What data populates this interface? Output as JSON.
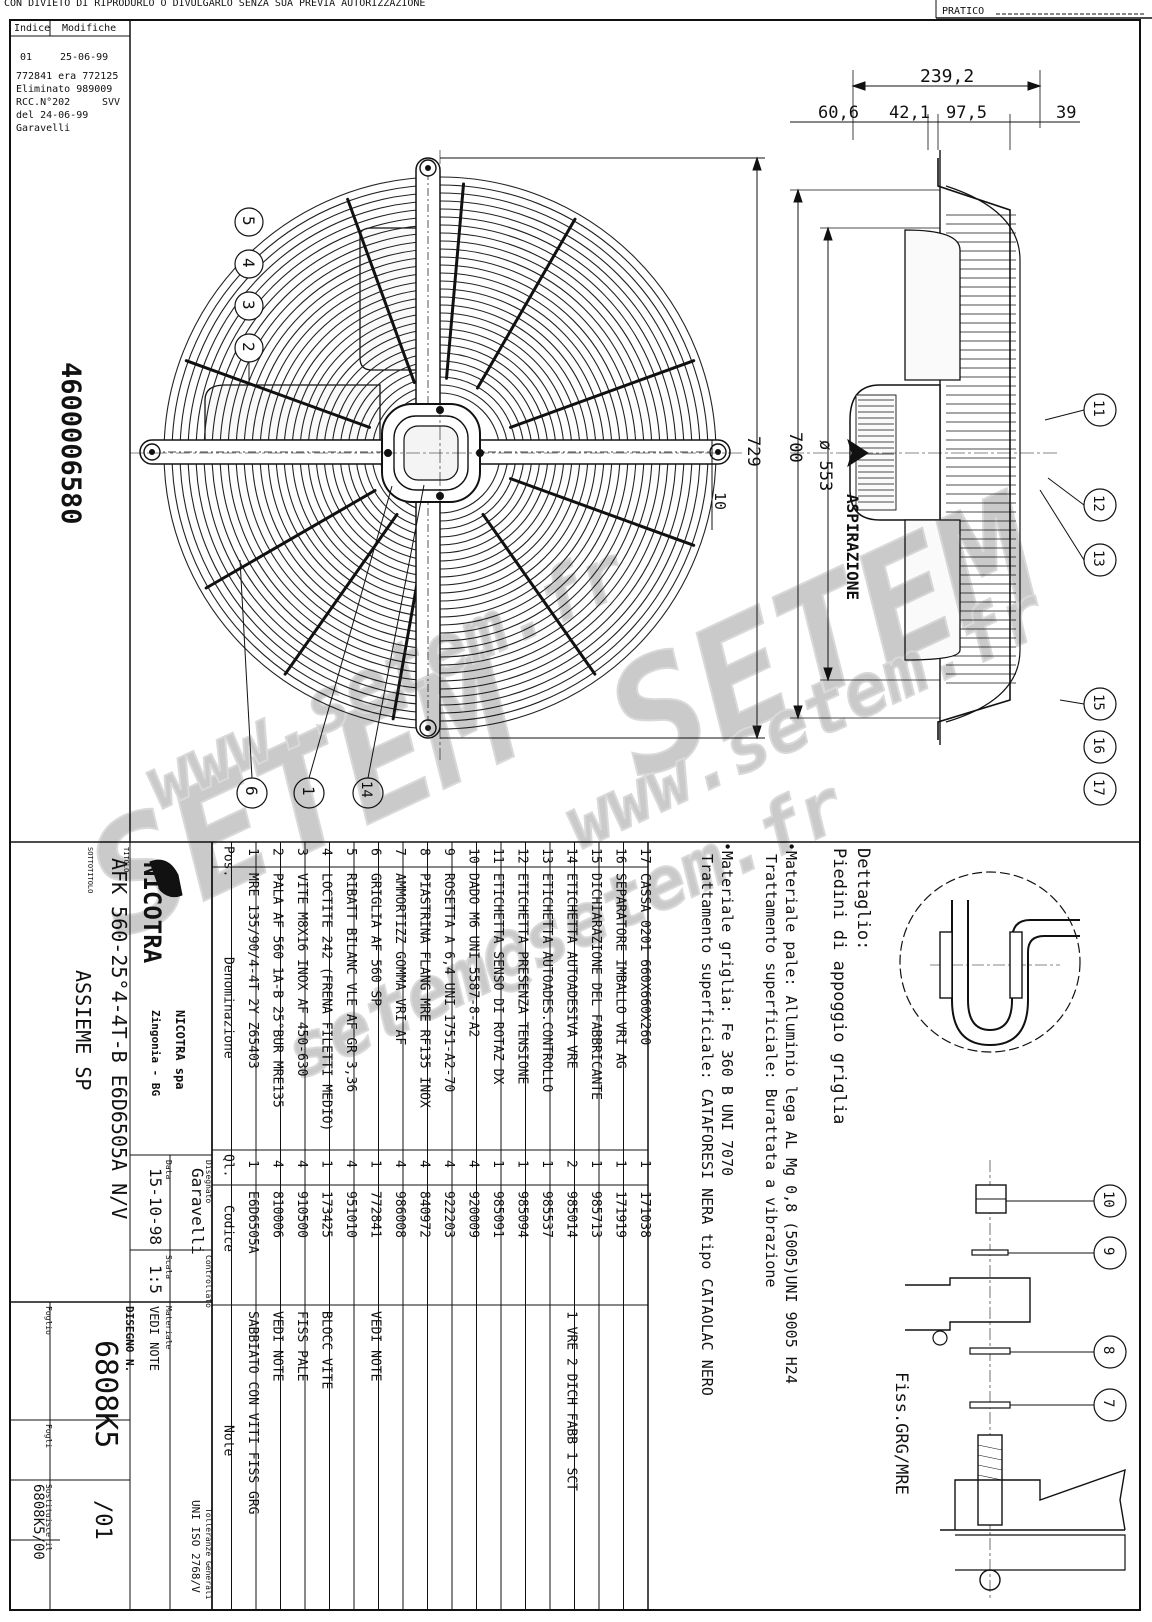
{
  "top_banner": {
    "text": "CON DIVIETO DI RIPRODURLO O DIVULGARLO SENZA SUA PREVIA AUTORIZZAZIONE",
    "right_label": "PRATICO"
  },
  "revision_box": {
    "col_headers": [
      "Indice",
      "Modifiche"
    ],
    "index": "01",
    "date": "25-06-99",
    "lines": [
      "772841 era 772125",
      "Eliminato 989009",
      "RCC.N°202",
      "SVV",
      "del 24-06-99",
      "Garavelli"
    ]
  },
  "part_code": "4600006580",
  "dimensions": {
    "d_239": "239,2",
    "d_60": "60,6",
    "d_42": "42,1",
    "d_97": "97,5",
    "d_39": "39",
    "d_729": "729",
    "d_700": "700",
    "d_553": "ø 553",
    "d_10": "10"
  },
  "airflow_label": "ASPIRAZIONE",
  "balloons": {
    "left": [
      "5",
      "4",
      "3",
      "2"
    ],
    "bottom": [
      "6",
      "1",
      "14"
    ],
    "right": [
      "11",
      "12",
      "13"
    ],
    "right_bottom": [
      "15",
      "16",
      "17"
    ],
    "detail": [
      "10",
      "9",
      "8",
      "7"
    ]
  },
  "watermark": {
    "lines": [
      "SETEM",
      "www.setem.fr",
      "SETEM",
      "www.setem.fr",
      "setem@setem.fr"
    ]
  },
  "notes": {
    "detail_title": "Dettaglio:",
    "detail_subtitle": "Piedini di appoggio griglia",
    "material_pale": "•Materiale pale: Alluminio lega AL Mg 0,8 (5005)UNI 9005 H24",
    "trattamento_pale": "Trattamento superficiale: Burattata a vibrazione",
    "material_griglia": "•Materiale griglia: Fe 360 B UNI 7070",
    "trattamento_griglia": "Trattamento superficiale: CATAFORESI NERA tipo CATAOLAC NERO",
    "fiss_label": "Fiss.GRG/MRE"
  },
  "bom": {
    "headers": [
      "Pos.",
      "Denominazione",
      "Ql.",
      "Codice",
      "Note"
    ],
    "rows": [
      {
        "pos": "17",
        "name": "CASSA 0201 660X660X260",
        "qty": "1",
        "code": "171038",
        "note": ""
      },
      {
        "pos": "16",
        "name": "SEPARATORE IMBALLO VRI AG",
        "qty": "1",
        "code": "171919",
        "note": ""
      },
      {
        "pos": "15",
        "name": "DICHIARAZIONE DEL FABBRICANTE",
        "qty": "1",
        "code": "985713",
        "note": ""
      },
      {
        "pos": "14",
        "name": "ETICHETTA AUTOADESIVA VRE",
        "qty": "2",
        "code": "985014",
        "note": "1 VRE 2 DICH FABB 1 SCT"
      },
      {
        "pos": "13",
        "name": "ETICHETTA AUTOADES.CONTROLLO",
        "qty": "1",
        "code": "985537",
        "note": ""
      },
      {
        "pos": "12",
        "name": "ETICHETTA PRESENZA TENSIONE",
        "qty": "1",
        "code": "985094",
        "note": ""
      },
      {
        "pos": "11",
        "name": "ETICHETTA SENSO DI ROTAZ DX",
        "qty": "1",
        "code": "985091",
        "note": ""
      },
      {
        "pos": "10",
        "name": "DADO M6 UNI 5587-8-A2",
        "qty": "4",
        "code": "920009",
        "note": ""
      },
      {
        "pos": "9",
        "name": "ROSETTA A 6,4 UNI 1751-A2-70",
        "qty": "4",
        "code": "922203",
        "note": ""
      },
      {
        "pos": "8",
        "name": "PIASTRINA FLANG MRE RF135 INOX",
        "qty": "4",
        "code": "840972",
        "note": ""
      },
      {
        "pos": "7",
        "name": "AMMORTIZZ GOMMA VRI AF",
        "qty": "4",
        "code": "986008",
        "note": ""
      },
      {
        "pos": "6",
        "name": "GRIGLIA AF 560 SP",
        "qty": "1",
        "code": "772841",
        "note": "VEDI NOTE"
      },
      {
        "pos": "5",
        "name": "RIBATT BILANC VLE AF GR 3,36",
        "qty": "4",
        "code": "951010",
        "note": ""
      },
      {
        "pos": "4",
        "name": "LOCTITE 242 (FRENA FILETTI MEDIO)",
        "qty": "1",
        "code": "173425",
        "note": "BLOCC VITE"
      },
      {
        "pos": "3",
        "name": "VITE M8X16 INOX AF 450-630",
        "qty": "4",
        "code": "910500",
        "note": "FISS PALE"
      },
      {
        "pos": "2",
        "name": "PALA AF 560 1A-B 25°BUR MRE135",
        "qty": "4",
        "code": "810006",
        "note": "VEDI NOTE"
      },
      {
        "pos": "1",
        "name": "MRE 135/90/4-4T 2Y Z65403",
        "qty": "1",
        "code": "E6D6505A",
        "note": "SABBIATO CON VITI FISS GRG"
      }
    ]
  },
  "title_block": {
    "company": "NICOTRA",
    "company_full": "NICOTRA spa",
    "city": "Zingonia - BG",
    "titolo_label": "TITOLO",
    "sottotitolo_label": "SOTTOTITOLO",
    "titolo": "AFK 560-25°4-4T-B E6D6505A N/V",
    "sottotitolo": "ASSIEME SP",
    "disegnato_label": "Disegnato",
    "disegnato": "Garavelli",
    "controllato_label": "Controllato",
    "tolleranze_label": "Tolleranze Generali",
    "tolleranze": "UNI ISO 2768/V",
    "data_label": "Data",
    "data": "15-10-98",
    "scala_label": "Scala",
    "scala": "1:5",
    "materiale_label": "Materiale",
    "materiale": "VEDI NOTE",
    "disegno_label": "DISEGNO N.",
    "disegno": "6808K5",
    "revision": "/01",
    "foglio_label": "Foglio",
    "fogli_label": "Fogli",
    "sostituisce_label": "Sostituisce il",
    "sostituisce": "6808K5/00"
  }
}
